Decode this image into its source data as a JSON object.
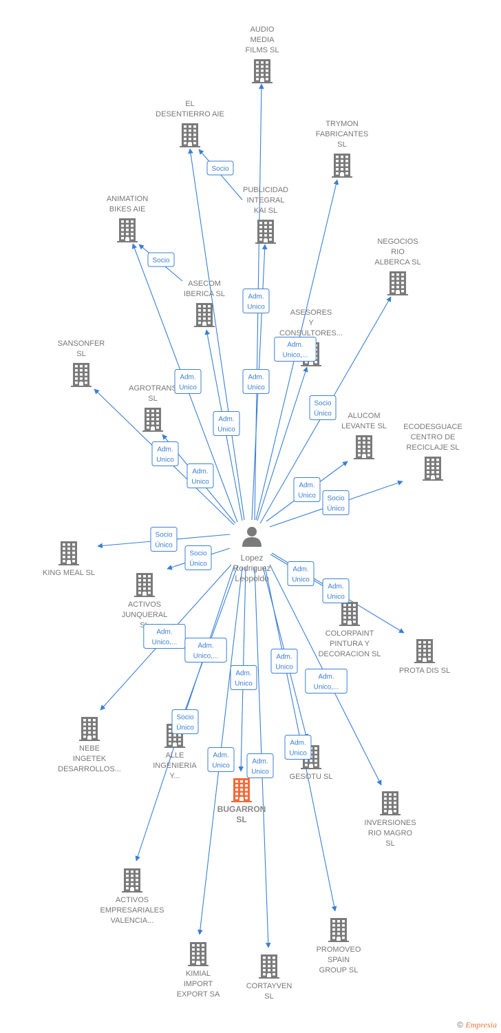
{
  "colors": {
    "edge": "#3a7fd5",
    "building": "#7a7a7a",
    "focus_building": "#f26b3a",
    "person": "#7a7a7a"
  },
  "center": {
    "id": "lopez",
    "label": [
      "Lopez",
      "Rodriguez",
      "Leopoldo"
    ],
    "icon": "person-icon"
  },
  "nodes": [
    {
      "id": "audio",
      "label": [
        "AUDIO",
        "MEDIA",
        "FILMS  SL"
      ]
    },
    {
      "id": "desentierro",
      "label": [
        "EL",
        "DESENTIERRO AIE"
      ]
    },
    {
      "id": "trymon",
      "label": [
        "TRYMON",
        "FABRICANTES",
        "SL"
      ]
    },
    {
      "id": "publicidad",
      "label": [
        "PUBLICIDAD",
        "INTEGRAL",
        "KAI  SL"
      ]
    },
    {
      "id": "animation",
      "label": [
        "ANIMATION",
        "BIKES AIE"
      ]
    },
    {
      "id": "negocios",
      "label": [
        "NEGOCIOS",
        "RIO",
        "ALBERCA  SL"
      ]
    },
    {
      "id": "asecom",
      "label": [
        "ASECOM",
        "IBERICA  SL"
      ]
    },
    {
      "id": "asesores",
      "label": [
        "ASESORES",
        "Y",
        "CONSULTORES..."
      ]
    },
    {
      "id": "sansonfer",
      "label": [
        "SANSONFER",
        "SL"
      ]
    },
    {
      "id": "agrotrans",
      "label": [
        "AGROTRANS",
        "SL"
      ]
    },
    {
      "id": "alucom",
      "label": [
        "ALUCOM",
        "LEVANTE  SL"
      ]
    },
    {
      "id": "ecodesguace",
      "label": [
        "ECODESGUACE",
        "CENTRO DE",
        "RECICLAJE  SL"
      ]
    },
    {
      "id": "kingmeal",
      "label": [
        "KING MEAL  SL"
      ]
    },
    {
      "id": "activosj",
      "label": [
        "ACTIVOS",
        "JUNQUERAL",
        "SL"
      ]
    },
    {
      "id": "colorpaint",
      "label": [
        "COLORPAINT",
        "PINTURA Y",
        "DECORACION SL"
      ]
    },
    {
      "id": "protadis",
      "label": [
        "PROTA DIS  SL"
      ]
    },
    {
      "id": "nebe",
      "label": [
        "NEBE",
        "INGETEK",
        "DESARROLLOS..."
      ]
    },
    {
      "id": "alle",
      "label": [
        "ALLE",
        "INGENIERIA",
        "Y..."
      ]
    },
    {
      "id": "bugarron",
      "label": [
        "BUGARRON",
        "SL"
      ],
      "focus": true
    },
    {
      "id": "gesotu",
      "label": [
        "GESOTU  SL"
      ]
    },
    {
      "id": "inversiones",
      "label": [
        "INVERSIONES",
        "RIO MAGRO",
        "SL"
      ]
    },
    {
      "id": "activosv",
      "label": [
        "ACTIVOS",
        "EMPRESARIALES",
        "VALENCIA..."
      ]
    },
    {
      "id": "promoveo",
      "label": [
        "PROMOVEO",
        "SPAIN",
        "GROUP  SL"
      ]
    },
    {
      "id": "kimial",
      "label": [
        "KIMIAL",
        "IMPORT",
        "EXPORT SA"
      ]
    },
    {
      "id": "cortayven",
      "label": [
        "CORTAYVEN",
        "SL"
      ]
    }
  ],
  "edges": [
    {
      "from": "lopez",
      "to": "audio",
      "label": []
    },
    {
      "from": "lopez",
      "to": "desentierro",
      "label": []
    },
    {
      "from": "publicidad",
      "to": "desentierro",
      "label": [
        "Socio"
      ]
    },
    {
      "from": "lopez",
      "to": "trymon",
      "label": [
        "Adm.",
        "Unico"
      ]
    },
    {
      "from": "lopez",
      "to": "publicidad",
      "label": [
        "Adm.",
        "Unico"
      ]
    },
    {
      "from": "lopez",
      "to": "animation",
      "label": [
        "Adm.",
        "Unico"
      ]
    },
    {
      "from": "asecom",
      "to": "animation",
      "label": [
        "Socio"
      ]
    },
    {
      "from": "lopez",
      "to": "negocios",
      "label": [
        "Socio",
        "Único"
      ]
    },
    {
      "from": "lopez",
      "to": "asecom",
      "label": [
        "Adm.",
        "Unico"
      ]
    },
    {
      "from": "lopez",
      "to": "asesores",
      "label": [
        "Adm.",
        "Unico,..."
      ]
    },
    {
      "from": "lopez",
      "to": "sansonfer",
      "label": [
        "Adm.",
        "Unico"
      ]
    },
    {
      "from": "lopez",
      "to": "agrotrans",
      "label": [
        "Adm.",
        "Unico"
      ]
    },
    {
      "from": "lopez",
      "to": "alucom",
      "label": [
        "Adm.",
        "Unico"
      ]
    },
    {
      "from": "lopez",
      "to": "ecodesguace",
      "label": [
        "Socio",
        "Único"
      ]
    },
    {
      "from": "lopez",
      "to": "kingmeal",
      "label": [
        "Socio",
        "Único"
      ]
    },
    {
      "from": "lopez",
      "to": "activosj",
      "label": [
        "Socio",
        "Único"
      ]
    },
    {
      "from": "lopez",
      "to": "colorpaint",
      "label": [
        "Adm.",
        "Unico"
      ]
    },
    {
      "from": "lopez",
      "to": "protadis",
      "label": [
        "Adm.",
        "Unico"
      ]
    },
    {
      "from": "lopez",
      "to": "nebe",
      "label": [
        "Adm.",
        "Unico,..."
      ]
    },
    {
      "from": "lopez",
      "to": "alle",
      "label": [
        "Adm.",
        "Unico,..."
      ]
    },
    {
      "from": "lopez",
      "to": "bugarron",
      "label": [
        "Adm.",
        "Unico"
      ]
    },
    {
      "from": "lopez",
      "to": "gesotu",
      "label": [
        "Adm.",
        "Unico"
      ]
    },
    {
      "from": "lopez",
      "to": "inversiones",
      "label": [
        "Adm.",
        "Unico,..."
      ]
    },
    {
      "from": "lopez",
      "to": "activosv",
      "label": [
        "Socio",
        "Único"
      ]
    },
    {
      "from": "lopez",
      "to": "promoveo",
      "label": [
        "Adm.",
        "Unico"
      ]
    },
    {
      "from": "lopez",
      "to": "kimial",
      "label": [
        "Adm.",
        "Unico"
      ]
    },
    {
      "from": "lopez",
      "to": "cortayven",
      "label": [
        "Adm.",
        "Unico"
      ]
    }
  ],
  "footer": {
    "copyright": "©",
    "brand": "Empresia"
  }
}
